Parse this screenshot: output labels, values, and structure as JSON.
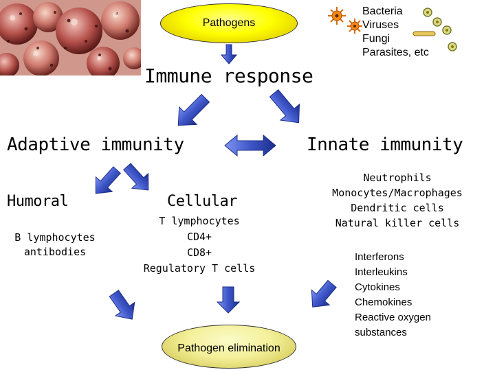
{
  "top": {
    "pathogens_label": "Pathogens",
    "pathogen_types": [
      "Bacteria",
      "Viruses",
      "Fungi",
      "Parasites, etc"
    ]
  },
  "immune_response": "Immune response",
  "adaptive": {
    "title": "Adaptive immunity",
    "humoral": {
      "title": "Humoral",
      "items": [
        "B lymphocytes",
        "antibodies"
      ]
    },
    "cellular": {
      "title": "Cellular",
      "items": [
        "T lymphocytes",
        "CD4+",
        "CD8+",
        "Regulatory T cells"
      ]
    }
  },
  "innate": {
    "title": "Innate immunity",
    "cells": [
      "Neutrophils",
      "Monocytes/Macrophages",
      "Dendritic cells",
      "Natural killer cells"
    ],
    "mediators": [
      "Interferons",
      "Interleukins",
      "Cytokines",
      "Chemokines",
      "Reactive oxygen",
      "substances"
    ]
  },
  "outcome": "Pathogen elimination",
  "colors": {
    "arrow_blue": "#3e56c9",
    "oval_yellow": "#ffff00",
    "oval_pale": "#f4f09a",
    "microbe_orange": "#f28a1a"
  }
}
